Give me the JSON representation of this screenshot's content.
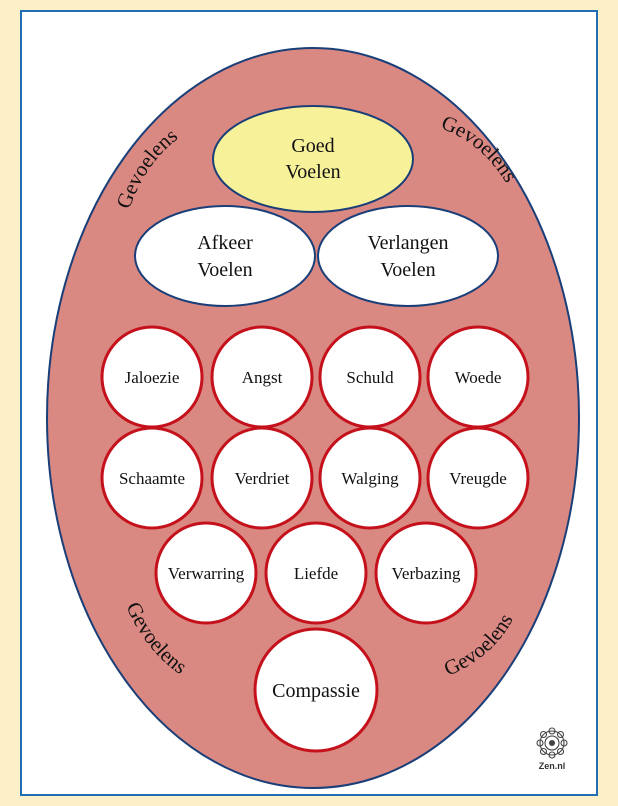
{
  "outer_label": "Gevoelens",
  "top_oval": {
    "line1": "Goed",
    "line2": "Voelen"
  },
  "left_oval": {
    "line1": "Afkeer",
    "line2": "Voelen"
  },
  "right_oval": {
    "line1": "Verlangen",
    "line2": "Voelen"
  },
  "emotions": [
    "Jaloezie",
    "Angst",
    "Schuld",
    "Woede",
    "Schaamte",
    "Verdriet",
    "Walging",
    "Vreugde",
    "Verwarring",
    "Liefde",
    "Verbazing",
    "Compassie"
  ],
  "logo_text": "Zen.nl",
  "colors": {
    "page_bg": "#fdefc8",
    "card_border": "#1f6fb2",
    "big_oval_fill": "#da8882",
    "big_oval_stroke": "#1a3f78",
    "top_oval_fill": "#f7f29a",
    "bubble_stroke": "#c4111b"
  }
}
